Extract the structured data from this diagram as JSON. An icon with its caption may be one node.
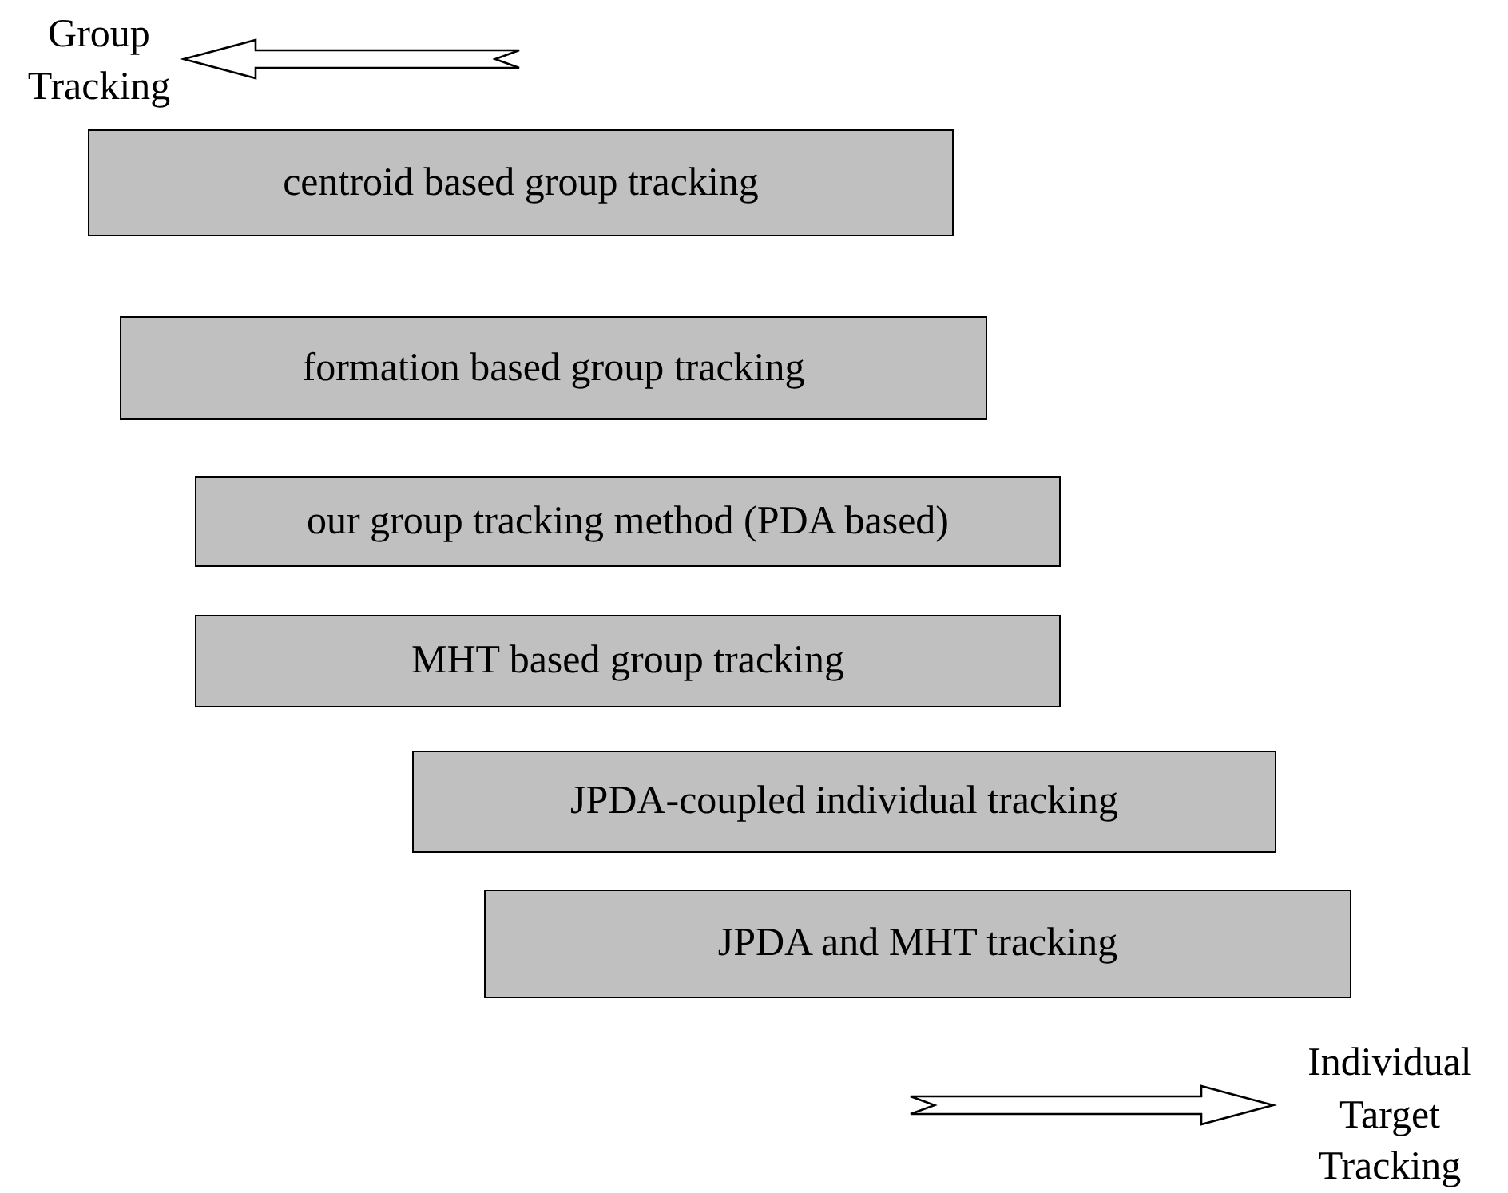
{
  "diagram": {
    "nodes": [
      {
        "text": [
          "Group Tracking"
        ]
      },
      {
        "text": [
          "centroid based group tracking"
        ]
      },
      {
        "text": [
          "formation based group tracking"
        ]
      },
      {
        "text": [
          "our group tracking method (PDA based)"
        ]
      },
      {
        "text": [
          "MHT based group tracking"
        ]
      },
      {
        "text": [
          "JPDA-coupled individual tracking"
        ]
      },
      {
        "text": [
          "JPDA and MHT tracking"
        ]
      },
      {
        "text": [
          "Individual Target Tracking"
        ]
      }
    ],
    "edges": [
      {
        "from": null,
        "to": 0,
        "arrow": "to"
      },
      {
        "from": null,
        "to": 7,
        "arrow": "to"
      }
    ]
  }
}
